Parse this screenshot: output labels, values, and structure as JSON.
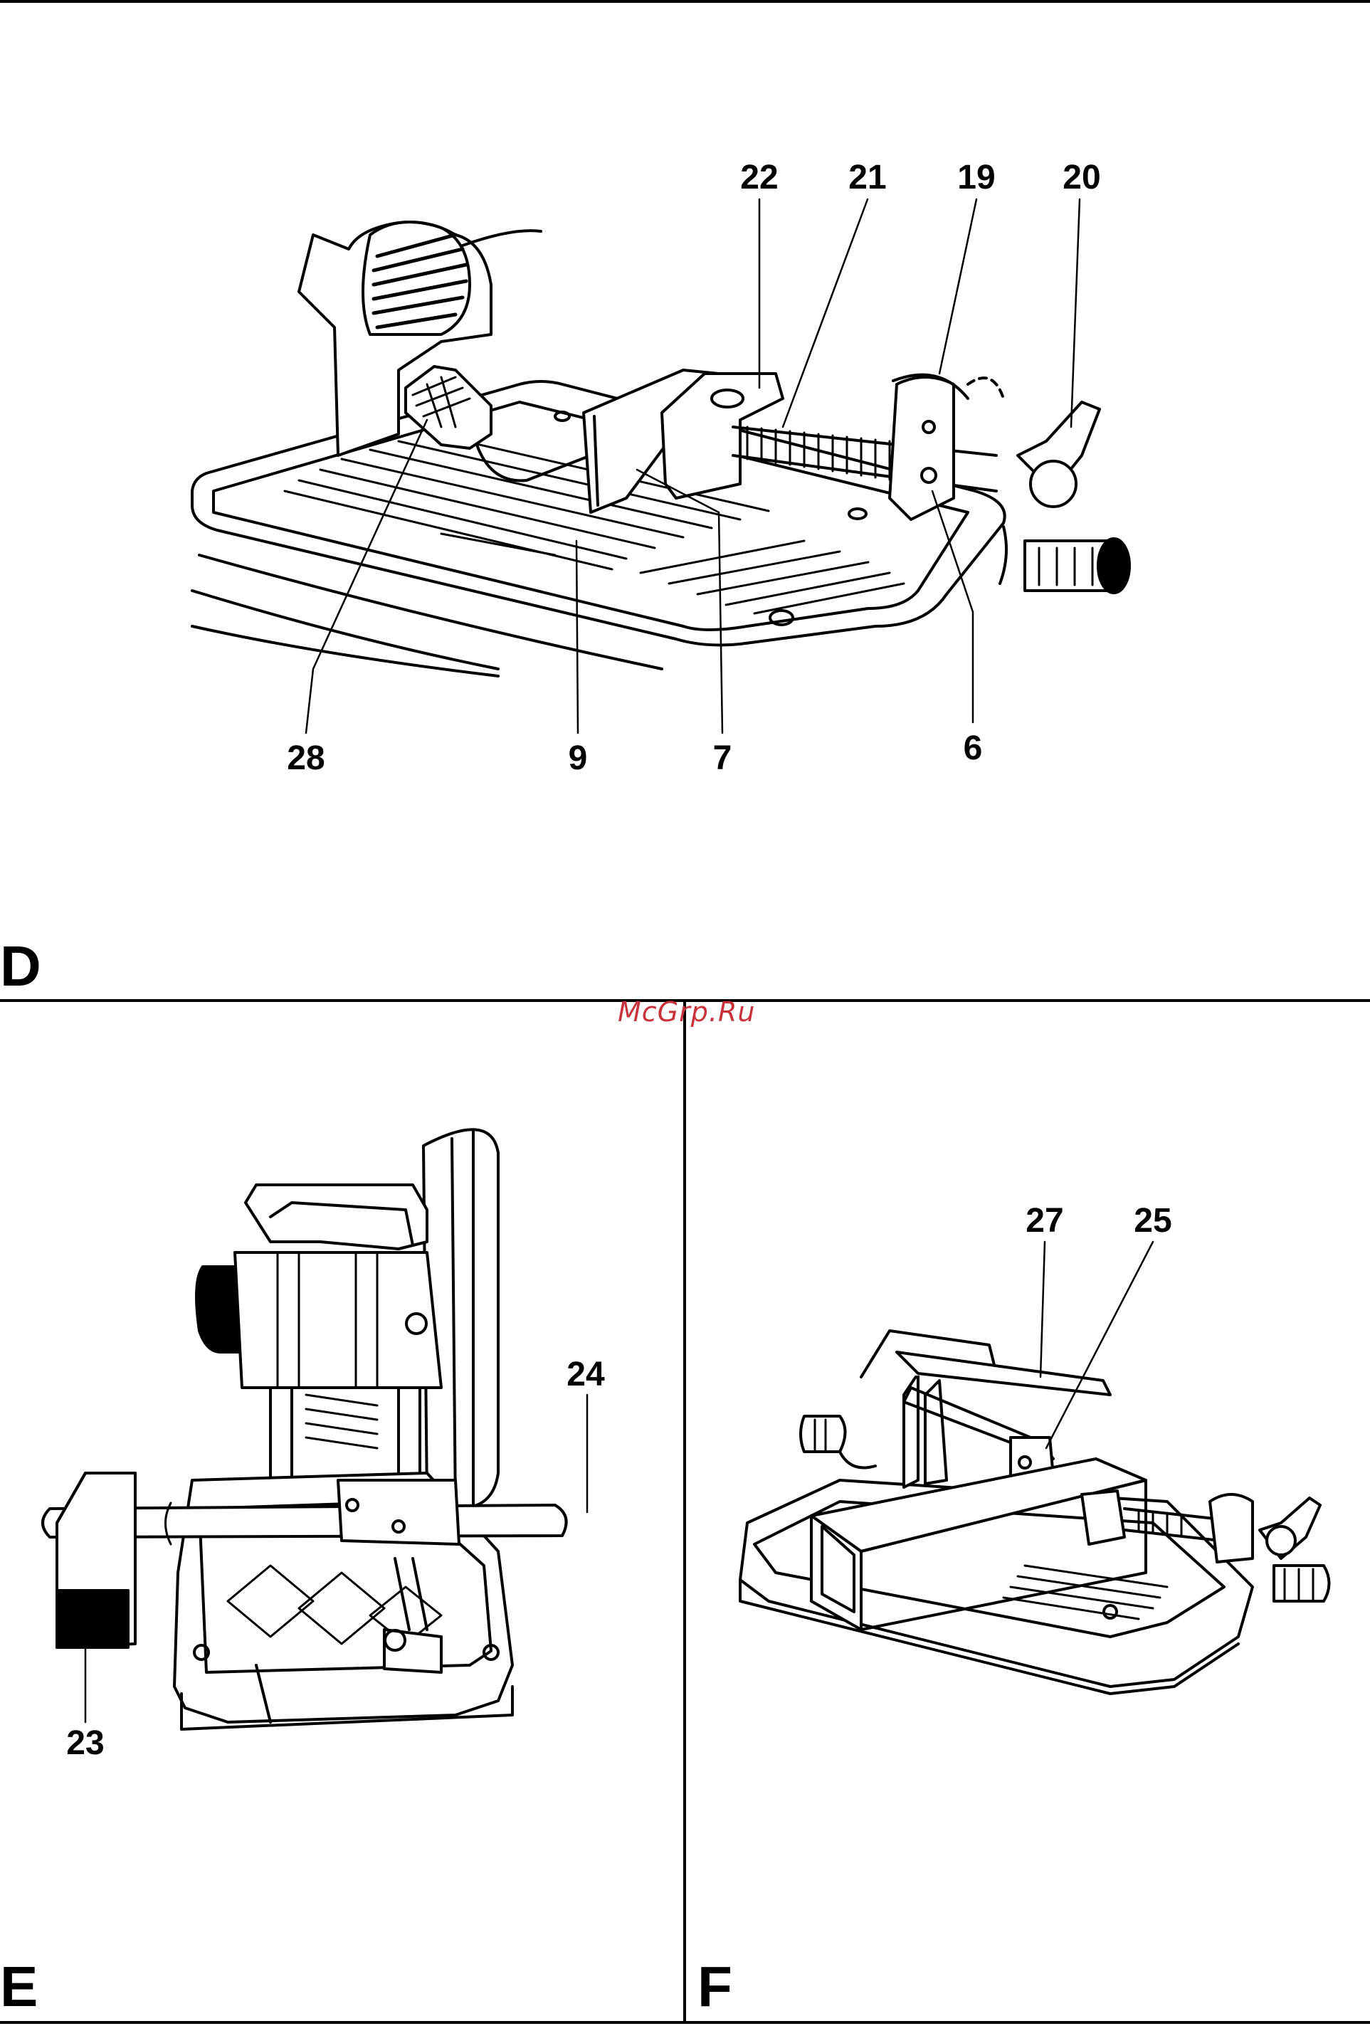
{
  "panels": [
    {
      "id": "D",
      "letter": "D",
      "callouts": [
        "22",
        "21",
        "19",
        "20",
        "28",
        "9",
        "7",
        "6"
      ]
    },
    {
      "id": "E",
      "letter": "E",
      "callouts": [
        "24",
        "23"
      ]
    },
    {
      "id": "F",
      "letter": "F",
      "callouts": [
        "27",
        "25"
      ]
    }
  ],
  "watermark": "McGrp.Ru"
}
